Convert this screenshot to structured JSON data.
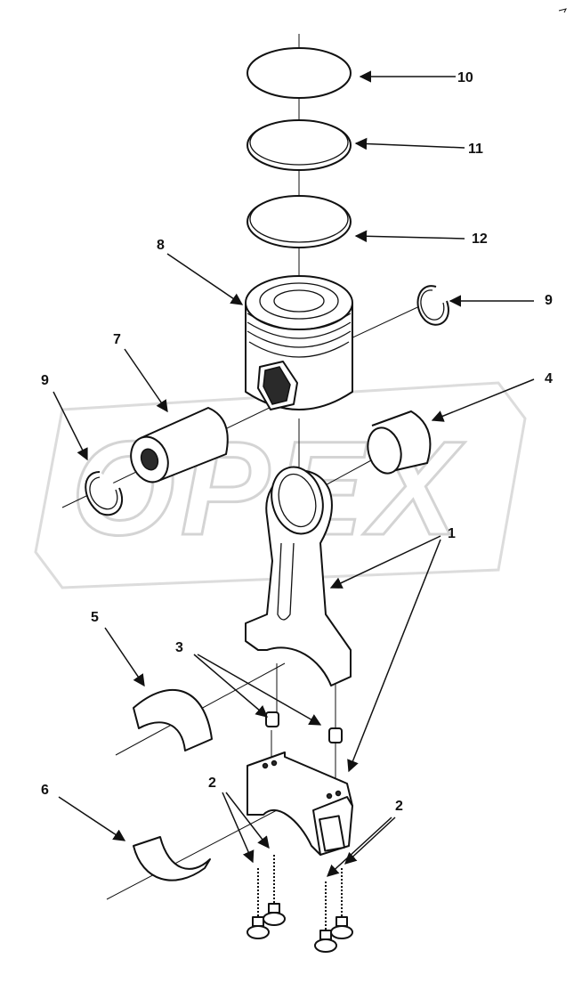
{
  "watermark": {
    "text": "OPEX"
  },
  "callouts": {
    "c1": "1",
    "c2_left": "2",
    "c2_right": "2",
    "c3": "3",
    "c4": "4",
    "c5": "5",
    "c6": "6",
    "c7": "7",
    "c8": "8",
    "c9_left": "9",
    "c9_right": "9",
    "c10": "10",
    "c11": "11",
    "c12": "12"
  },
  "colors": {
    "line": "#111111",
    "background": "#ffffff",
    "watermark": "#d4d4d4"
  }
}
